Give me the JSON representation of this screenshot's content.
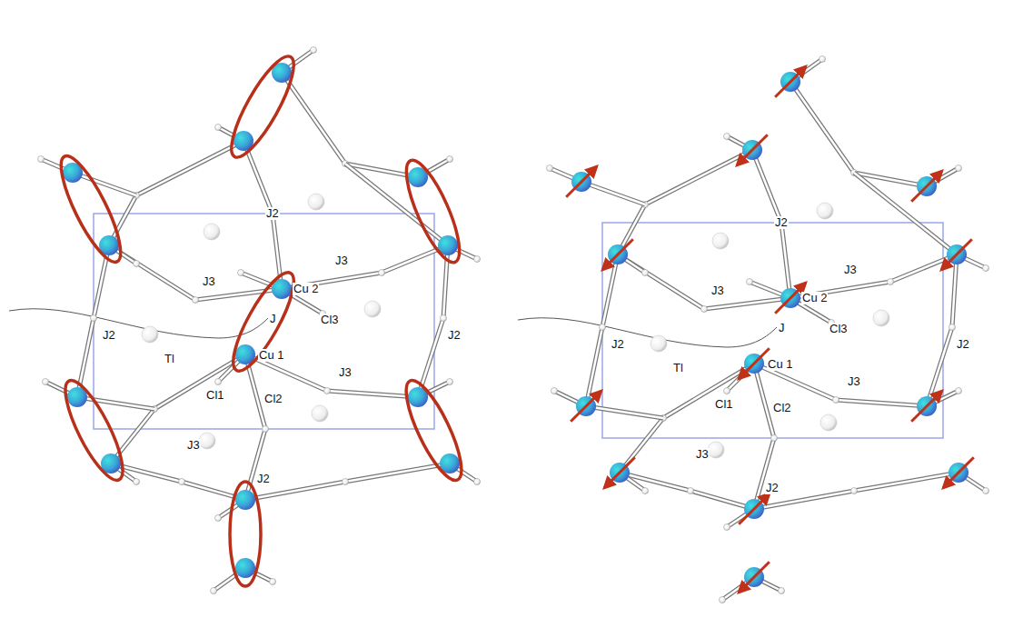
{
  "diagram": {
    "labels": [
      "J2",
      "J3",
      "J3",
      "J2",
      "J2",
      "Cu 2",
      "J",
      "Cl3",
      "Tl",
      "Cu 1",
      "Cl1",
      "Cl2",
      "J3",
      "J3",
      "J2",
      "J2",
      "J3",
      "J3",
      "J2",
      "J2",
      "Cu 2",
      "J",
      "Cl3",
      "Tl",
      "Cu 1",
      "Cl1",
      "Cl2",
      "J3",
      "J3",
      "J2"
    ]
  }
}
